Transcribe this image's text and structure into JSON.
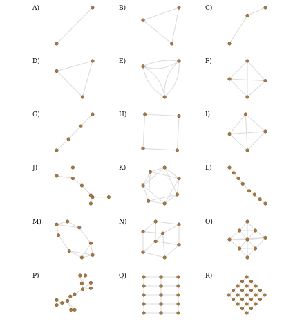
{
  "colors": {
    "node_fill": "#a7793f",
    "node_stroke": "#6b4a22",
    "edge": "#dcdcdc"
  },
  "panels": [
    {
      "label": "A)",
      "nodes": [
        [
          0,
          1
        ],
        [
          1,
          0
        ]
      ],
      "edges": [
        [
          0,
          1
        ]
      ]
    },
    {
      "label": "B)",
      "nodes": [
        [
          0,
          0.35
        ],
        [
          1,
          0
        ],
        [
          0.8,
          1
        ]
      ],
      "edges": [
        [
          0,
          1
        ],
        [
          1,
          2
        ],
        [
          2,
          0
        ]
      ]
    },
    {
      "label": "C)",
      "nodes": [
        [
          0,
          1
        ],
        [
          0.5,
          0.22
        ],
        [
          1,
          0
        ]
      ],
      "edges": [
        [
          0,
          1
        ],
        [
          1,
          2
        ]
      ]
    },
    {
      "label": "D)",
      "nodes": [
        [
          0,
          0.28
        ],
        [
          1,
          0
        ],
        [
          0.72,
          1
        ]
      ],
      "edges": [
        [
          0,
          1
        ],
        [
          1,
          2
        ],
        [
          2,
          0
        ]
      ]
    },
    {
      "label": "E)",
      "nodes": [
        [
          0,
          0.15
        ],
        [
          1,
          0
        ],
        [
          0.6,
          1
        ]
      ],
      "edges": [
        [
          0,
          1,
          0.25
        ],
        [
          0,
          1,
          -0.15
        ],
        [
          1,
          2,
          0.25
        ],
        [
          1,
          2,
          -0.25
        ],
        [
          2,
          0,
          0.25
        ],
        [
          2,
          0,
          -0.25
        ]
      ]
    },
    {
      "label": "F)",
      "nodes": [
        [
          0.5,
          0
        ],
        [
          0,
          0.5
        ],
        [
          1,
          0.55
        ],
        [
          0.5,
          1
        ]
      ],
      "edges": [
        [
          0,
          1
        ],
        [
          0,
          2
        ],
        [
          0,
          3
        ],
        [
          1,
          2
        ],
        [
          1,
          3
        ],
        [
          2,
          3
        ]
      ]
    },
    {
      "label": "G)",
      "nodes": [
        [
          0,
          1
        ],
        [
          0.33,
          0.69
        ],
        [
          0.67,
          0.33
        ],
        [
          1,
          0
        ]
      ],
      "edges": [
        [
          0,
          1
        ],
        [
          1,
          2
        ],
        [
          2,
          3
        ]
      ]
    },
    {
      "label": "H)",
      "nodes": [
        [
          0.05,
          0
        ],
        [
          1,
          0.05
        ],
        [
          0,
          0.95
        ],
        [
          0.95,
          1
        ]
      ],
      "edges": [
        [
          0,
          1
        ],
        [
          1,
          3
        ],
        [
          3,
          2
        ],
        [
          2,
          0
        ]
      ]
    },
    {
      "label": "I)",
      "nodes": [
        [
          0.45,
          0
        ],
        [
          0,
          0.55
        ],
        [
          1,
          0.48
        ],
        [
          0.5,
          1
        ]
      ],
      "edges": [
        [
          0,
          1
        ],
        [
          0,
          2
        ],
        [
          0,
          3
        ],
        [
          1,
          2
        ],
        [
          1,
          3
        ],
        [
          2,
          3
        ]
      ]
    },
    {
      "label": "J)",
      "nodes": [
        [
          0.45,
          0
        ],
        [
          0,
          0.23
        ],
        [
          0.45,
          0.3
        ],
        [
          0.7,
          0.5
        ],
        [
          1,
          0.82
        ],
        [
          0.95,
          0.77
        ],
        [
          0.95,
          1
        ],
        [
          1.45,
          0.82
        ]
      ],
      "edges": [
        [
          0,
          2
        ],
        [
          1,
          2
        ],
        [
          2,
          3
        ],
        [
          3,
          4
        ],
        [
          4,
          6
        ],
        [
          4,
          7
        ],
        [
          4,
          5
        ]
      ]
    },
    {
      "label": "K)",
      "nodes": [
        [
          0.6,
          0
        ],
        [
          1,
          0.3
        ],
        [
          0.95,
          0.75
        ],
        [
          0.6,
          1
        ],
        [
          0.15,
          0.93
        ],
        [
          0,
          0.5
        ],
        [
          0.2,
          0.12
        ]
      ],
      "edges": [
        [
          0,
          1
        ],
        [
          1,
          2
        ],
        [
          2,
          3
        ],
        [
          3,
          4
        ],
        [
          4,
          5
        ],
        [
          5,
          6
        ],
        [
          6,
          0
        ],
        [
          0,
          2
        ],
        [
          1,
          3
        ],
        [
          2,
          4
        ],
        [
          3,
          5
        ],
        [
          4,
          6
        ],
        [
          5,
          0
        ],
        [
          6,
          1
        ]
      ]
    },
    {
      "label": "L)",
      "nodes": [
        [
          0,
          0
        ],
        [
          0.12,
          0.15
        ],
        [
          0.25,
          0.3
        ],
        [
          0.37,
          0.45
        ],
        [
          0.55,
          0.65
        ],
        [
          0.7,
          0.75
        ],
        [
          0.85,
          0.88
        ],
        [
          1,
          1
        ]
      ],
      "edges": [
        [
          0,
          1
        ],
        [
          1,
          2
        ],
        [
          2,
          3
        ],
        [
          3,
          4
        ],
        [
          4,
          5
        ],
        [
          5,
          6
        ],
        [
          6,
          7
        ]
      ]
    },
    {
      "label": "M)",
      "nodes": [
        [
          0,
          0.08
        ],
        [
          0.3,
          0
        ],
        [
          0.63,
          0.17
        ],
        [
          0.05,
          0.38
        ],
        [
          0.95,
          0.6
        ],
        [
          0.35,
          0.82
        ],
        [
          0.7,
          1
        ],
        [
          1,
          0.93
        ]
      ],
      "edges": [
        [
          0,
          1
        ],
        [
          1,
          2
        ],
        [
          0,
          2
        ],
        [
          0,
          3
        ],
        [
          3,
          5
        ],
        [
          5,
          6
        ],
        [
          6,
          7
        ],
        [
          7,
          4
        ],
        [
          4,
          2
        ],
        [
          4,
          6
        ],
        [
          5,
          7
        ]
      ]
    },
    {
      "label": "N)",
      "nodes": [
        [
          0.35,
          0
        ],
        [
          1,
          0.08
        ],
        [
          0,
          0.28
        ],
        [
          0.55,
          0.33
        ],
        [
          0.35,
          0.55
        ],
        [
          1,
          0.65
        ],
        [
          0,
          0.85
        ],
        [
          0.6,
          1
        ]
      ],
      "edges": [
        [
          0,
          1
        ],
        [
          0,
          2
        ],
        [
          0,
          4
        ],
        [
          1,
          3
        ],
        [
          1,
          5
        ],
        [
          2,
          3
        ],
        [
          2,
          6
        ],
        [
          3,
          7
        ],
        [
          4,
          5
        ],
        [
          4,
          6
        ],
        [
          5,
          7
        ],
        [
          6,
          7
        ],
        [
          3,
          4
        ]
      ]
    },
    {
      "label": "O)",
      "nodes": [
        [
          0.5,
          0
        ],
        [
          0.28,
          0.25
        ],
        [
          0.72,
          0.25
        ],
        [
          0,
          0.5
        ],
        [
          0.5,
          0.5
        ],
        [
          1,
          0.45
        ],
        [
          0.28,
          0.75
        ],
        [
          0.72,
          0.75
        ],
        [
          0.5,
          1
        ]
      ],
      "edges": [
        [
          0,
          1
        ],
        [
          0,
          2
        ],
        [
          1,
          2
        ],
        [
          1,
          3
        ],
        [
          1,
          4
        ],
        [
          2,
          4
        ],
        [
          2,
          5
        ],
        [
          3,
          4
        ],
        [
          4,
          5
        ],
        [
          3,
          6
        ],
        [
          4,
          6
        ],
        [
          4,
          7
        ],
        [
          5,
          7
        ],
        [
          6,
          7
        ],
        [
          6,
          8
        ],
        [
          7,
          8
        ],
        [
          0,
          4
        ],
        [
          4,
          8
        ],
        [
          3,
          5
        ]
      ]
    },
    {
      "label": "P)",
      "nodes": [
        [
          0.65,
          0
        ],
        [
          0.8,
          0
        ],
        [
          0.7,
          0.22
        ],
        [
          0.95,
          0.2
        ],
        [
          0.95,
          0.35
        ],
        [
          0.72,
          0.38
        ],
        [
          0.5,
          0.52
        ],
        [
          0.38,
          0.58
        ],
        [
          0.3,
          0.7
        ],
        [
          0.15,
          0.76
        ],
        [
          0,
          0.68
        ],
        [
          0,
          0.82
        ],
        [
          0.4,
          0.95
        ],
        [
          0.5,
          0.95
        ]
      ],
      "edges": [
        [
          0,
          2
        ],
        [
          1,
          2
        ],
        [
          2,
          5
        ],
        [
          3,
          5
        ],
        [
          4,
          5
        ],
        [
          5,
          6
        ],
        [
          6,
          7
        ],
        [
          7,
          8
        ],
        [
          8,
          9
        ],
        [
          9,
          10
        ],
        [
          9,
          11
        ],
        [
          8,
          12
        ],
        [
          8,
          13
        ]
      ]
    },
    {
      "label": "Q)",
      "grid": [
        3,
        5
      ]
    },
    {
      "label": "R)",
      "diamond": 5
    }
  ]
}
